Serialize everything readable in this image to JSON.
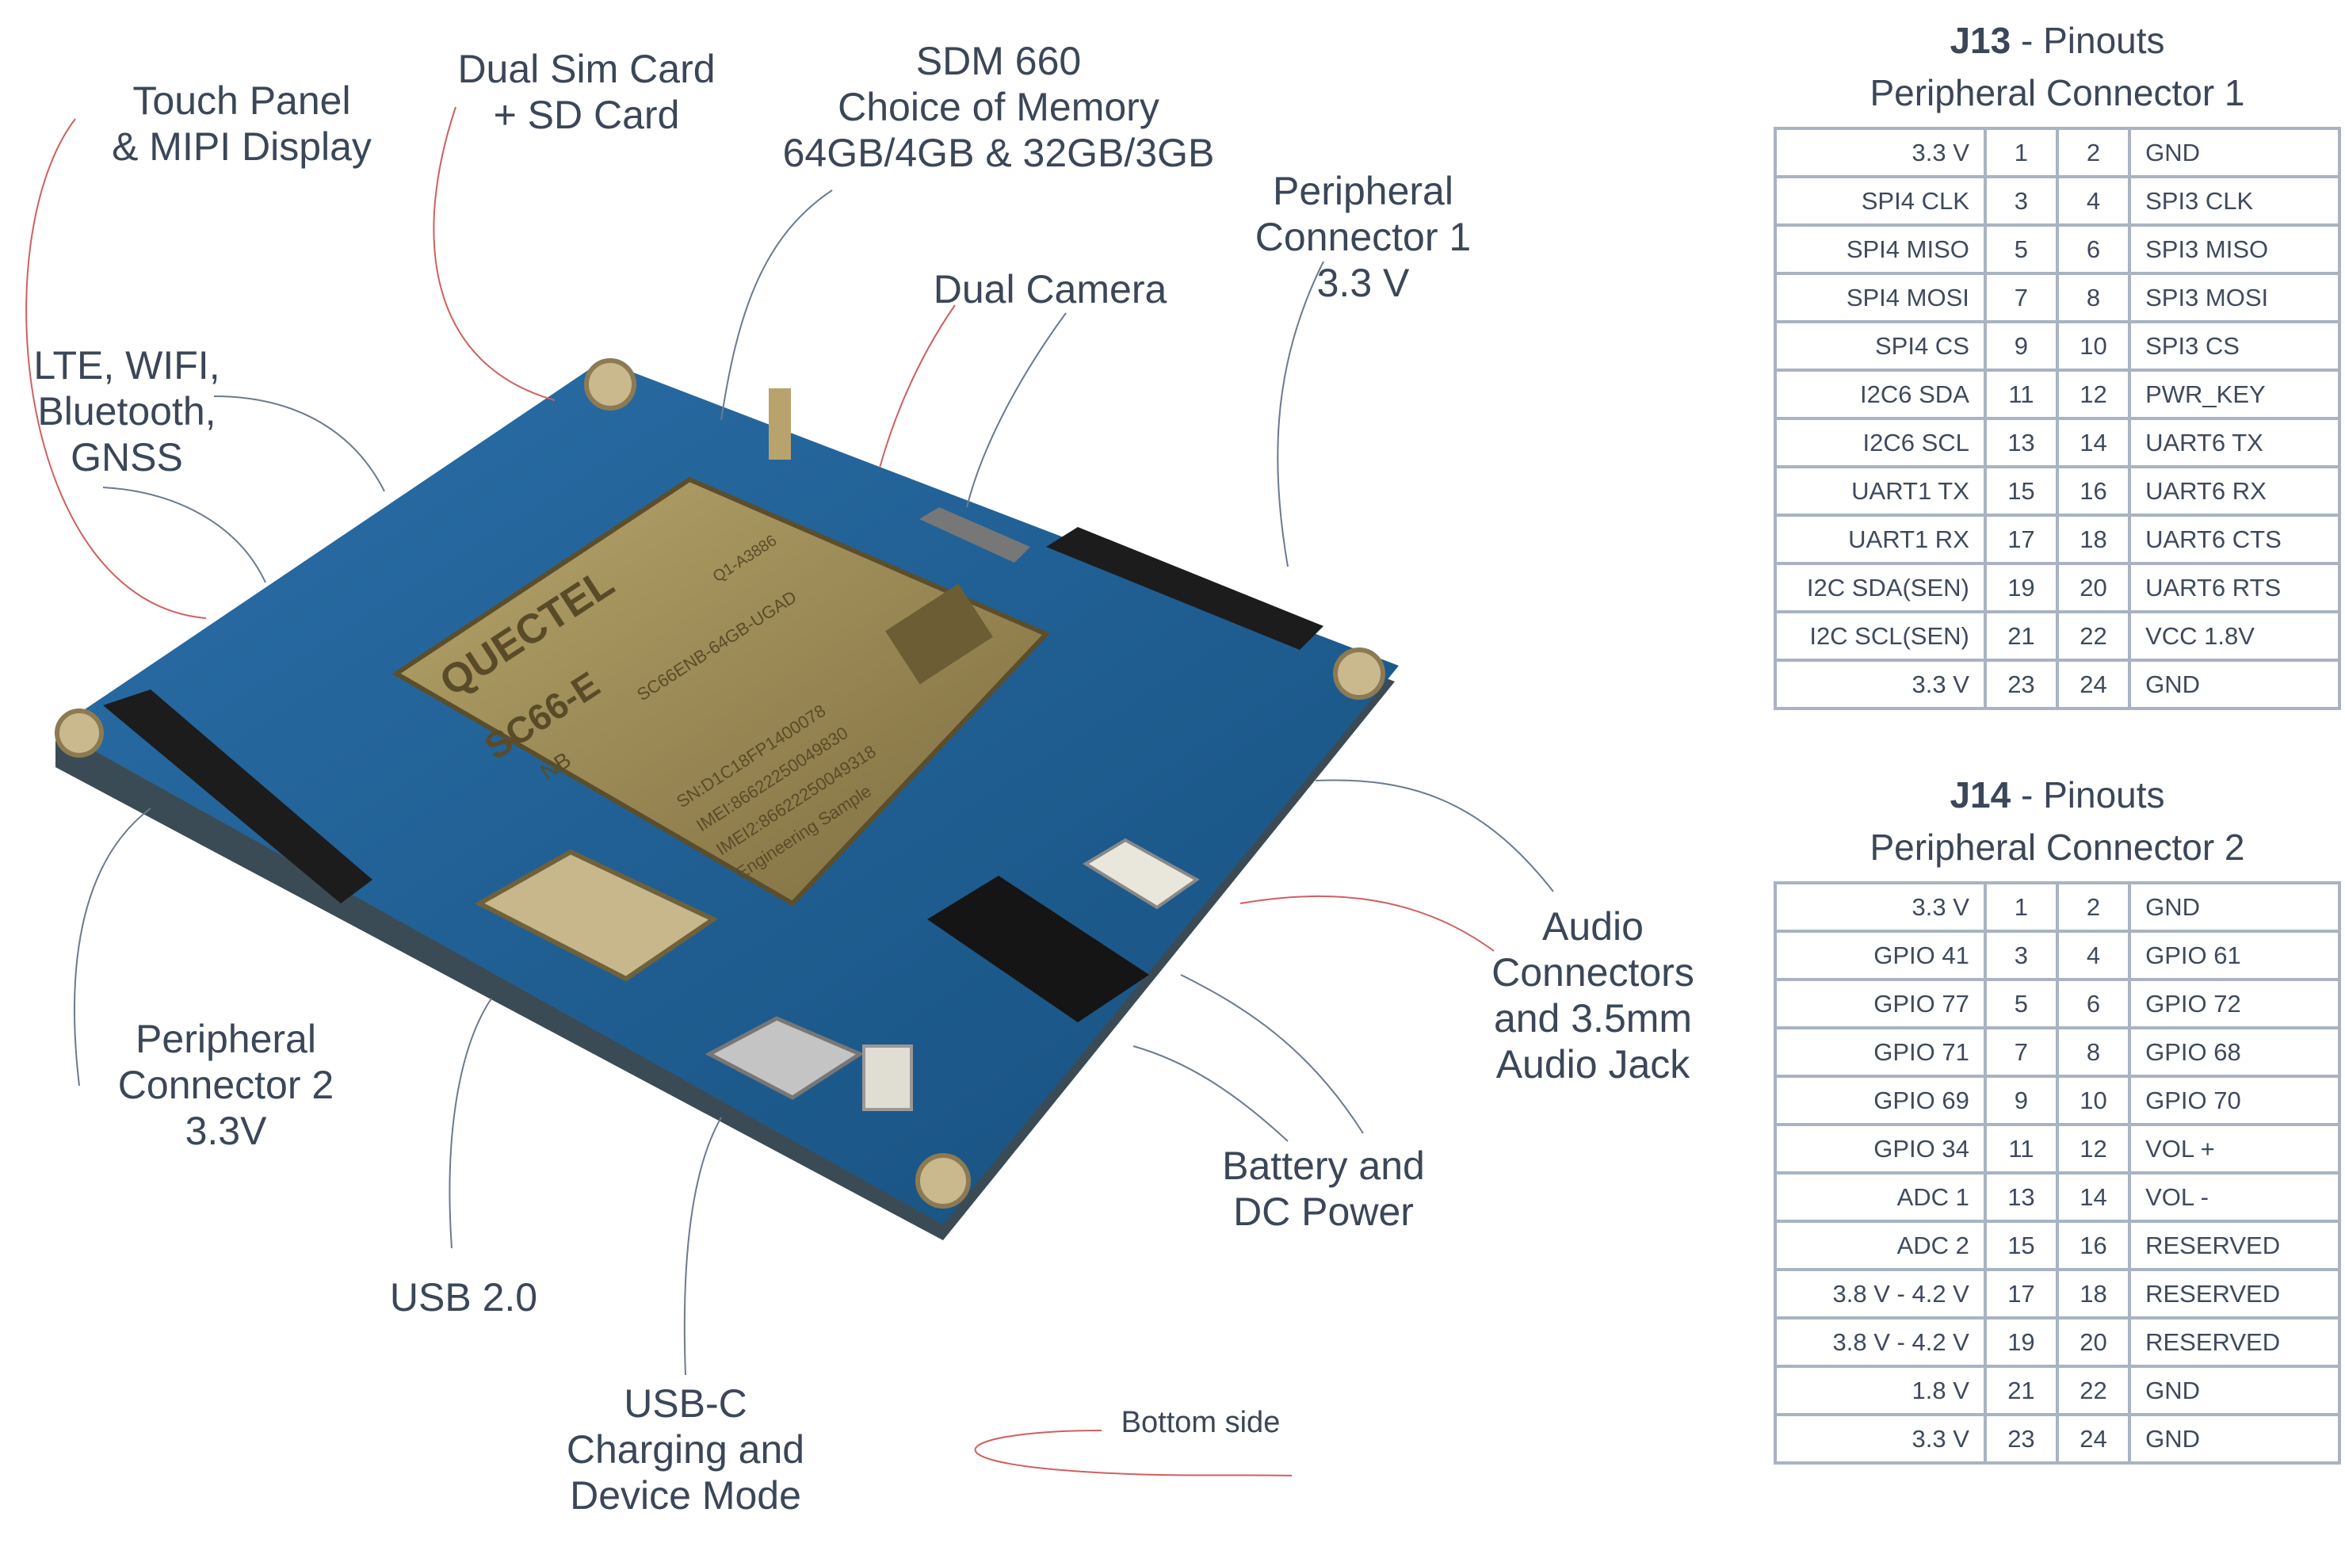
{
  "callouts": {
    "touch_panel": "Touch Panel\n& MIPI Display",
    "dual_sim": "Dual Sim Card\n+ SD Card",
    "sdm": "SDM 660\nChoice of Memory\n64GB/4GB & 32GB/3GB",
    "dual_camera": "Dual Camera",
    "peripheral1": "Peripheral\nConnector 1\n3.3 V",
    "lte": "LTE, WIFI,\nBluetooth,\nGNSS",
    "audio": "Audio\nConnectors\nand 3.5mm\nAudio Jack",
    "peripheral2": "Peripheral\nConnector 2\n3.3V",
    "usb2": "USB 2.0",
    "battery": "Battery and\nDC Power",
    "usbc": "USB-C\nCharging and\nDevice Mode",
    "bottom_side": "Bottom side"
  },
  "board": {
    "brand": "QUECTEL",
    "model": "SC66-E",
    "sub": "NB",
    "part": "SC66ENB-64GB-UGAD",
    "code": "Q1-A3886",
    "sn": "SN:D1C18FP1400078",
    "imei": "IMEI:86622250049830",
    "imei2": "IMEI2:86622250049318",
    "sample": "Engineering Sample",
    "colors": {
      "pcb": "#1f5e96",
      "chip": "#9c8a55",
      "header": "#1c1c1c"
    }
  },
  "j13": {
    "title_bold": "J13",
    "title_rest": " - Pinouts",
    "subtitle": "Peripheral Connector 1",
    "rows": [
      {
        "l": "3.3 V",
        "a": "1",
        "b": "2",
        "r": "GND"
      },
      {
        "l": "SPI4 CLK",
        "a": "3",
        "b": "4",
        "r": "SPI3 CLK"
      },
      {
        "l": "SPI4 MISO",
        "a": "5",
        "b": "6",
        "r": "SPI3 MISO"
      },
      {
        "l": "SPI4 MOSI",
        "a": "7",
        "b": "8",
        "r": "SPI3 MOSI"
      },
      {
        "l": "SPI4 CS",
        "a": "9",
        "b": "10",
        "r": "SPI3 CS"
      },
      {
        "l": "I2C6 SDA",
        "a": "11",
        "b": "12",
        "r": "PWR_KEY"
      },
      {
        "l": "I2C6 SCL",
        "a": "13",
        "b": "14",
        "r": "UART6 TX"
      },
      {
        "l": "UART1 TX",
        "a": "15",
        "b": "16",
        "r": "UART6 RX"
      },
      {
        "l": "UART1 RX",
        "a": "17",
        "b": "18",
        "r": "UART6 CTS"
      },
      {
        "l": "I2C SDA(SEN)",
        "a": "19",
        "b": "20",
        "r": "UART6 RTS"
      },
      {
        "l": "I2C SCL(SEN)",
        "a": "21",
        "b": "22",
        "r": "VCC 1.8V"
      },
      {
        "l": "3.3 V",
        "a": "23",
        "b": "24",
        "r": "GND"
      }
    ]
  },
  "j14": {
    "title_bold": "J14",
    "title_rest": " - Pinouts",
    "subtitle": "Peripheral Connector 2",
    "rows": [
      {
        "l": "3.3 V",
        "a": "1",
        "b": "2",
        "r": "GND"
      },
      {
        "l": "GPIO 41",
        "a": "3",
        "b": "4",
        "r": "GPIO 61"
      },
      {
        "l": "GPIO 77",
        "a": "5",
        "b": "6",
        "r": "GPIO 72"
      },
      {
        "l": "GPIO 71",
        "a": "7",
        "b": "8",
        "r": "GPIO 68"
      },
      {
        "l": "GPIO 69",
        "a": "9",
        "b": "10",
        "r": "GPIO 70"
      },
      {
        "l": "GPIO 34",
        "a": "11",
        "b": "12",
        "r": "VOL +"
      },
      {
        "l": "ADC 1",
        "a": "13",
        "b": "14",
        "r": "VOL -"
      },
      {
        "l": "ADC 2",
        "a": "15",
        "b": "16",
        "r": "RESERVED"
      },
      {
        "l": "3.8 V - 4.2 V",
        "a": "17",
        "b": "18",
        "r": "RESERVED"
      },
      {
        "l": "3.8 V - 4.2 V",
        "a": "19",
        "b": "20",
        "r": "RESERVED"
      },
      {
        "l": "1.8 V",
        "a": "21",
        "b": "22",
        "r": "GND"
      },
      {
        "l": "3.3 V",
        "a": "23",
        "b": "24",
        "r": "GND"
      }
    ]
  }
}
